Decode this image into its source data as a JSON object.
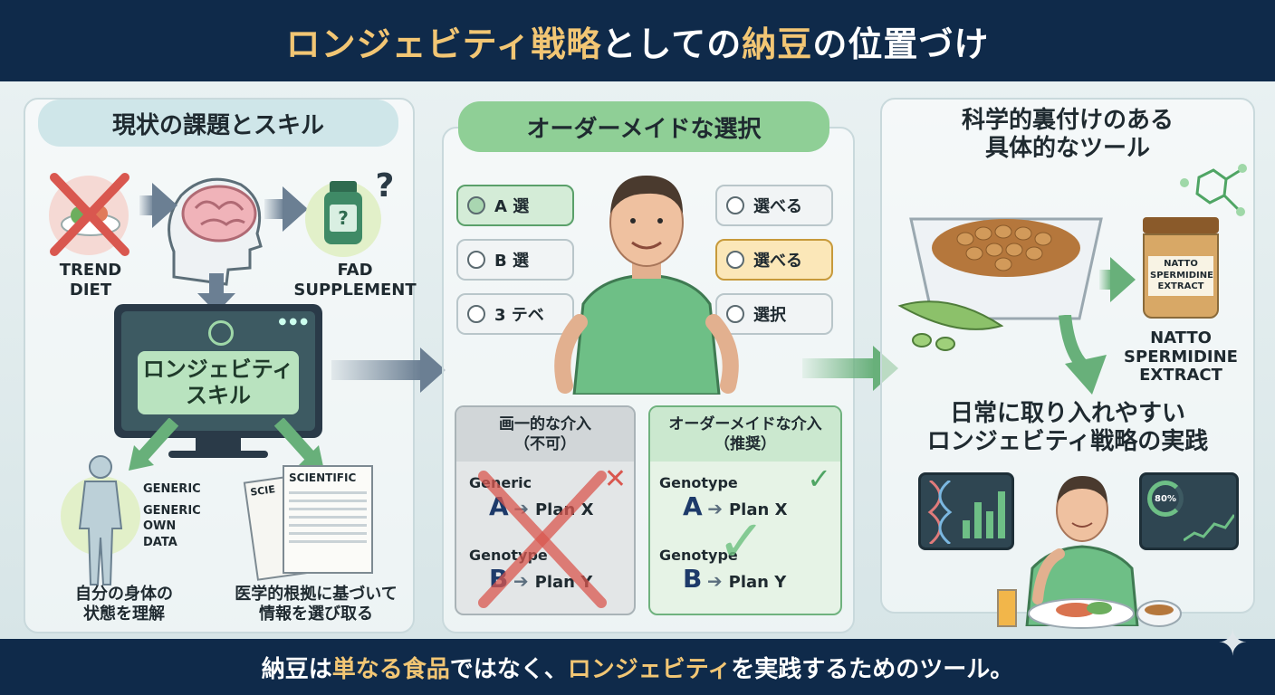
{
  "header": {
    "title_part1": "ロンジェビティ",
    "title_part2": "戦略",
    "title_part3": "としての",
    "title_part4": "納豆",
    "title_part5": "の位置づけ"
  },
  "left": {
    "heading": "現状の課題とスキル",
    "trend_diet": "TREND DIET",
    "fad_supplement": "FAD SUPPLEMENT",
    "question_mark": "?",
    "monitor_label_1": "ロンジェビティ",
    "monitor_label_2": "スキル",
    "body_labels": [
      "GENERIC",
      "GENERIC",
      "OWN",
      "DATA"
    ],
    "paper_main": "SCIENTIFIC",
    "paper_back": "SCIE",
    "caption_body_1": "自分の身体の",
    "caption_body_2": "状態を理解",
    "caption_paper_1": "医学的根拠に基づいて",
    "caption_paper_2": "情報を選び取る"
  },
  "middle": {
    "heading": "オーダーメイドな選択",
    "options_left": [
      "A 選",
      "B 選",
      "3 テベ"
    ],
    "options_right": [
      "選べる",
      "選べる",
      "選択"
    ],
    "generic_card": {
      "title_1": "画一的な介入",
      "title_2": "（不可）",
      "row1_label": "Generic",
      "row1_letter": "A",
      "row1_plan": "Plan X",
      "row2_label": "Genotype",
      "row2_letter": "B",
      "row2_plan": "Plan Y"
    },
    "custom_card": {
      "title_1": "オーダーメイドな介入",
      "title_2": "（推奨）",
      "row1_label": "Genotype",
      "row1_letter": "A",
      "row1_plan": "Plan X",
      "row2_label": "Genotype",
      "row2_letter": "B",
      "row2_plan": "Plan Y"
    }
  },
  "right": {
    "heading_1": "科学的裏付けのある",
    "heading_2": "具体的なツール",
    "jar_label": "NATTO SPERMIDINE EXTRACT",
    "extract_label_1": "NATTO",
    "extract_label_2": "SPERMIDINE",
    "extract_label_3": "EXTRACT",
    "practice_1": "日常に取り入れやすい",
    "practice_2": "ロンジェビティ戦略の実践",
    "gauge": "80%"
  },
  "footer": {
    "part1": "納豆は",
    "part2": "単なる食品",
    "part3": "ではなく、",
    "part4": "ロンジェビティ",
    "part5": "を実践するためのツール。"
  },
  "colors": {
    "navy": "#0f2a4a",
    "gold": "#f2c674",
    "green": "#68b07a",
    "red": "#d9574f"
  }
}
